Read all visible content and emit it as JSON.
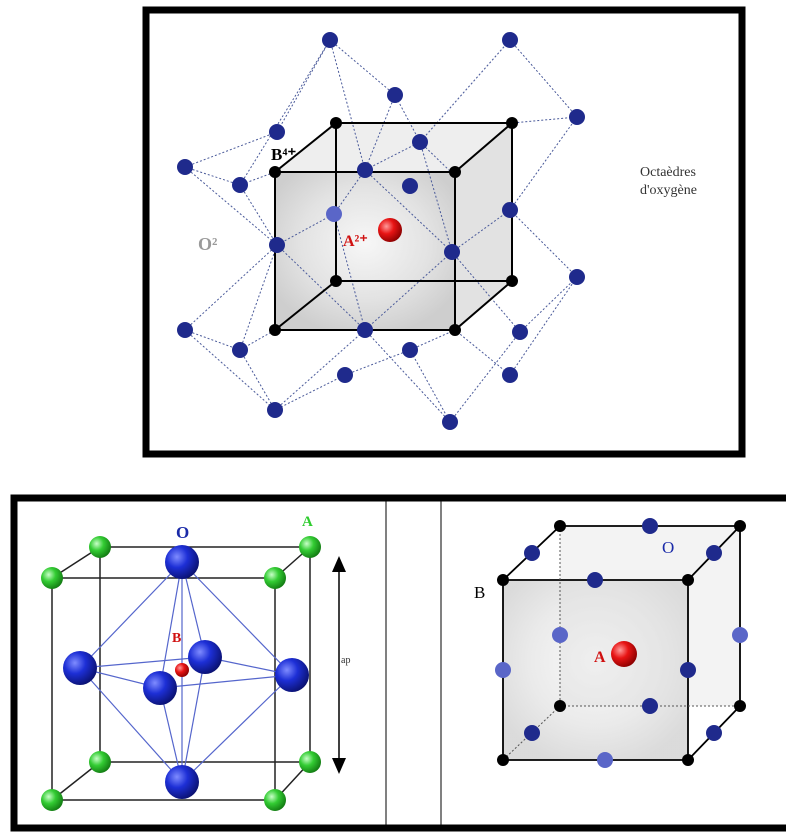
{
  "top_figure": {
    "label_b": "B⁴⁺",
    "label_o": "O²",
    "label_a": "A²⁺",
    "note_line1": "Octaèdres",
    "note_line2": "d'oxygène"
  },
  "bottom_left": {
    "label_o": "O",
    "label_a": "A",
    "label_b": "B",
    "label_ap": "ap"
  },
  "bottom_right": {
    "label_b": "B",
    "label_o": "O",
    "label_a": "A"
  },
  "colors": {
    "oxygen_blue": "#1f2a8c",
    "a_red": "#e01010",
    "b_black": "#000000",
    "a_green": "#2ecc2e",
    "frame": "#000000"
  }
}
